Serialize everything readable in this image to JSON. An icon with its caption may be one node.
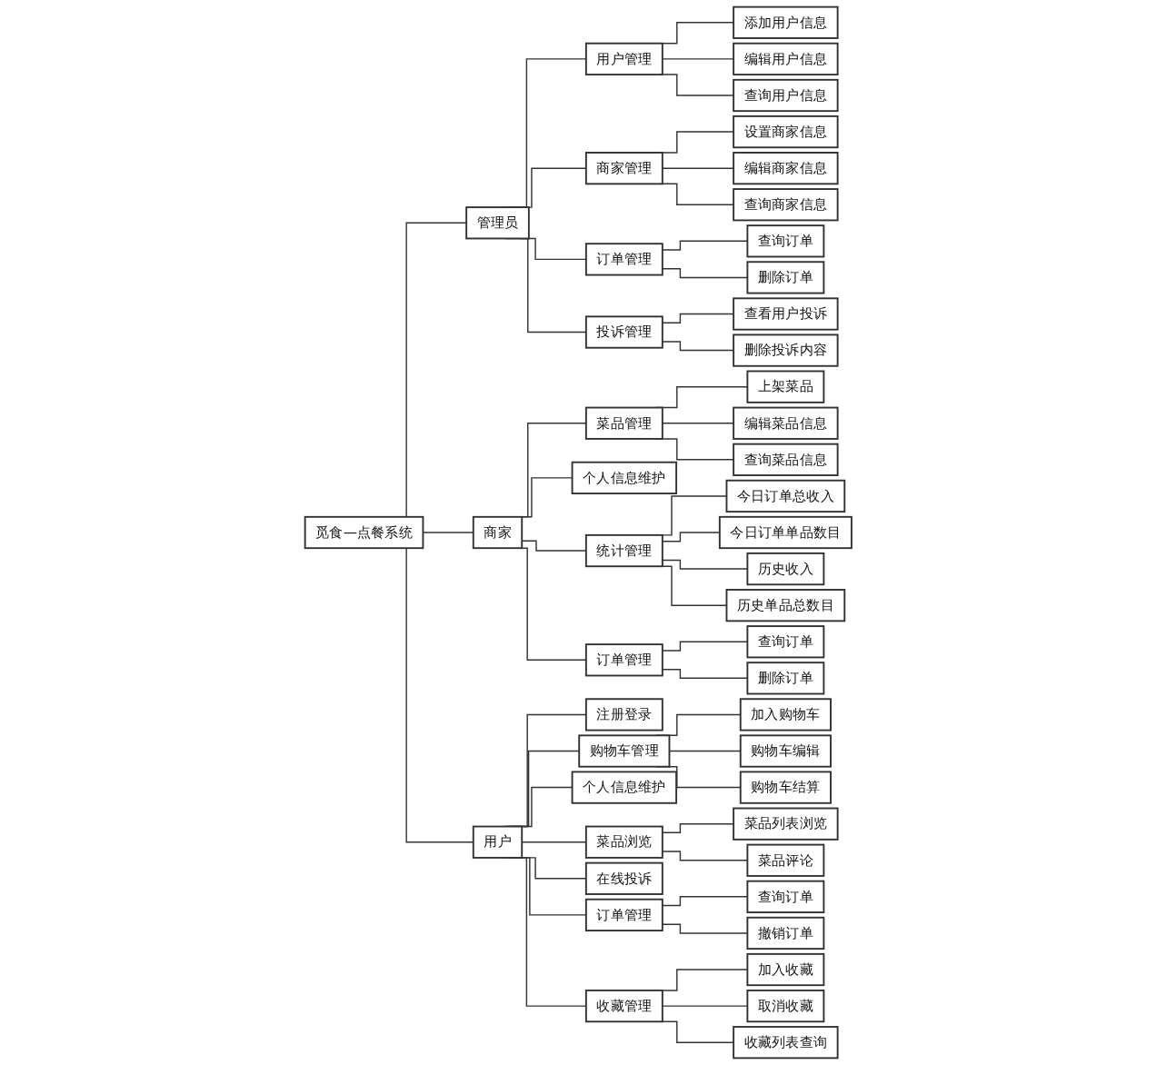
{
  "diagram": {
    "nodes": [
      {
        "text": [
          "觅食—点餐系统"
        ]
      },
      {
        "text": [
          "管理员"
        ]
      },
      {
        "text": [
          "商家"
        ]
      },
      {
        "text": [
          "用户"
        ]
      },
      {
        "text": [
          "用户管理"
        ]
      },
      {
        "text": [
          "商家管理"
        ]
      },
      {
        "text": [
          "订单管理"
        ]
      },
      {
        "text": [
          "投诉管理"
        ]
      },
      {
        "text": [
          "菜品管理"
        ]
      },
      {
        "text": [
          "个人信息维护"
        ]
      },
      {
        "text": [
          "统计管理"
        ]
      },
      {
        "text": [
          "订单管理"
        ]
      },
      {
        "text": [
          "添加用户信息"
        ]
      },
      {
        "text": [
          "编辑用户信息"
        ]
      },
      {
        "text": [
          "查询用户信息"
        ]
      },
      {
        "text": [
          "设置商家信息"
        ]
      },
      {
        "text": [
          "编辑商家信息"
        ]
      },
      {
        "text": [
          "查询商家信息"
        ]
      },
      {
        "text": [
          "查询订单"
        ]
      },
      {
        "text": [
          "删除订单"
        ]
      },
      {
        "text": [
          "查看用户投诉"
        ]
      },
      {
        "text": [
          "删除投诉内容"
        ]
      },
      {
        "text": [
          "上架菜品"
        ]
      },
      {
        "text": [
          "编辑菜品信息"
        ]
      },
      {
        "text": [
          "查询菜品信息"
        ]
      },
      {
        "text": [
          "今日订单总收入"
        ]
      },
      {
        "text": [
          "今日订单单品数目"
        ]
      },
      {
        "text": [
          "历史收入"
        ]
      },
      {
        "text": [
          "历史单品总数目"
        ]
      },
      {
        "text": [
          "查询订单"
        ]
      },
      {
        "text": [
          "删除订单"
        ]
      },
      {
        "text": [
          "注册登录"
        ]
      },
      {
        "text": [
          "购物车管理"
        ]
      },
      {
        "text": [
          "个人信息维护"
        ]
      },
      {
        "text": [
          "菜品浏览"
        ]
      },
      {
        "text": [
          "在线投诉"
        ]
      },
      {
        "text": [
          "订单管理"
        ]
      },
      {
        "text": [
          "收藏管理"
        ]
      },
      {
        "text": [
          "加入购物车"
        ]
      },
      {
        "text": [
          "购物车编辑"
        ]
      },
      {
        "text": [
          "购物车结算"
        ]
      },
      {
        "text": [
          "菜品列表浏览"
        ]
      },
      {
        "text": [
          "菜品评论"
        ]
      },
      {
        "text": [
          "查询订单"
        ]
      },
      {
        "text": [
          "撤销订单"
        ]
      },
      {
        "text": [
          "加入收藏"
        ]
      },
      {
        "text": [
          "取消收藏"
        ]
      },
      {
        "text": [
          "收藏列表查询"
        ]
      }
    ],
    "edges": [
      {
        "from": 0,
        "to": 1,
        "arrow": "none"
      },
      {
        "from": 0,
        "to": 2,
        "arrow": "none"
      },
      {
        "from": 0,
        "to": 3,
        "arrow": "none"
      },
      {
        "from": 1,
        "to": 4,
        "arrow": "none"
      },
      {
        "from": 1,
        "to": 5,
        "arrow": "none"
      },
      {
        "from": 1,
        "to": 6,
        "arrow": "none"
      },
      {
        "from": 1,
        "to": 7,
        "arrow": "none"
      },
      {
        "from": 2,
        "to": 8,
        "arrow": "none"
      },
      {
        "from": 2,
        "to": 9,
        "arrow": "none"
      },
      {
        "from": 2,
        "to": 10,
        "arrow": "none"
      },
      {
        "from": 2,
        "to": 11,
        "arrow": "none"
      },
      {
        "from": 4,
        "to": 12,
        "arrow": "none"
      },
      {
        "from": 4,
        "to": 13,
        "arrow": "none"
      },
      {
        "from": 4,
        "to": 14,
        "arrow": "none"
      },
      {
        "from": 5,
        "to": 15,
        "arrow": "none"
      },
      {
        "from": 5,
        "to": 16,
        "arrow": "none"
      },
      {
        "from": 5,
        "to": 17,
        "arrow": "none"
      },
      {
        "from": 6,
        "to": 18,
        "arrow": "none"
      },
      {
        "from": 6,
        "to": 19,
        "arrow": "none"
      },
      {
        "from": 7,
        "to": 20,
        "arrow": "none"
      },
      {
        "from": 7,
        "to": 21,
        "arrow": "none"
      },
      {
        "from": 8,
        "to": 22,
        "arrow": "none"
      },
      {
        "from": 8,
        "to": 23,
        "arrow": "none"
      },
      {
        "from": 8,
        "to": 24,
        "arrow": "none"
      },
      {
        "from": 10,
        "to": 25,
        "arrow": "none"
      },
      {
        "from": 10,
        "to": 26,
        "arrow": "none"
      },
      {
        "from": 10,
        "to": 27,
        "arrow": "none"
      },
      {
        "from": 10,
        "to": 28,
        "arrow": "none"
      },
      {
        "from": 11,
        "to": 29,
        "arrow": "none"
      },
      {
        "from": 11,
        "to": 30,
        "arrow": "none"
      },
      {
        "from": 3,
        "to": 31,
        "arrow": "none"
      },
      {
        "from": 3,
        "to": 32,
        "arrow": "none"
      },
      {
        "from": 3,
        "to": 33,
        "arrow": "none"
      },
      {
        "from": 3,
        "to": 34,
        "arrow": "none"
      },
      {
        "from": 3,
        "to": 35,
        "arrow": "none"
      },
      {
        "from": 3,
        "to": 36,
        "arrow": "none"
      },
      {
        "from": 3,
        "to": 37,
        "arrow": "none"
      },
      {
        "from": 32,
        "to": 38,
        "arrow": "none"
      },
      {
        "from": 32,
        "to": 39,
        "arrow": "none"
      },
      {
        "from": 32,
        "to": 40,
        "arrow": "none"
      },
      {
        "from": 34,
        "to": 41,
        "arrow": "none"
      },
      {
        "from": 34,
        "to": 42,
        "arrow": "none"
      },
      {
        "from": 36,
        "to": 43,
        "arrow": "none"
      },
      {
        "from": 36,
        "to": 44,
        "arrow": "none"
      },
      {
        "from": 37,
        "to": 45,
        "arrow": "none"
      },
      {
        "from": 37,
        "to": 46,
        "arrow": "none"
      },
      {
        "from": 37,
        "to": 47,
        "arrow": "none"
      }
    ]
  }
}
